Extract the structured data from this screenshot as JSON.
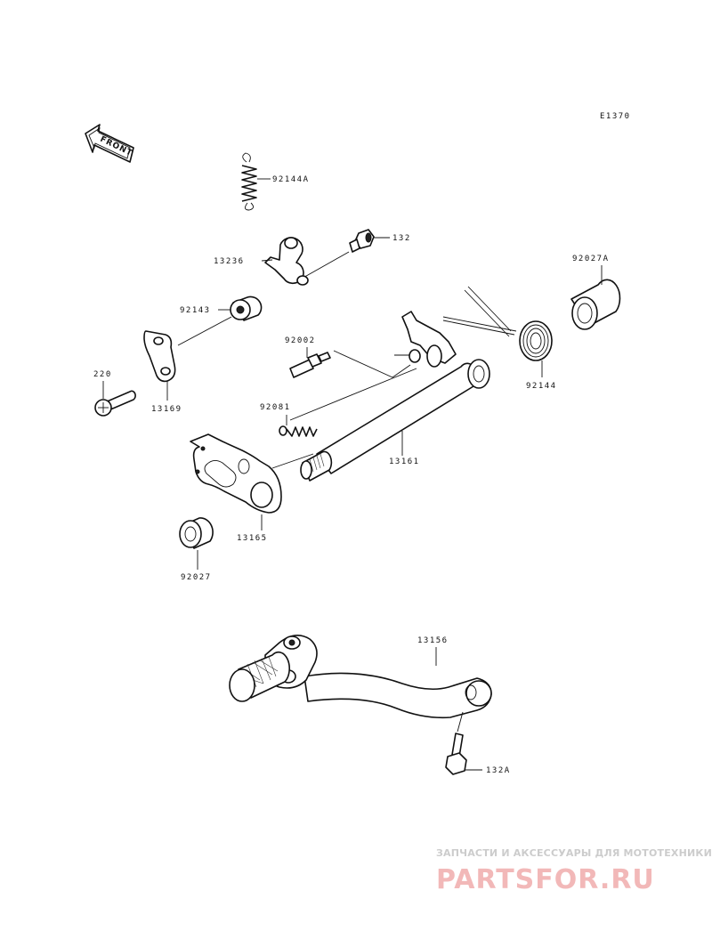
{
  "diagram": {
    "code": "E1370",
    "front_label": "FRONT",
    "labels": {
      "p92144a": "92144A",
      "p132": "132",
      "p13236": "13236",
      "p92027a": "92027A",
      "p92143": "92143",
      "p92002": "92002",
      "p220": "220",
      "p13169": "13169",
      "p92144": "92144",
      "p92081": "92081",
      "p13161": "13161",
      "p13165": "13165",
      "p92027": "92027",
      "p13156": "13156",
      "p132a": "132A"
    }
  },
  "watermark": {
    "line": "ЗАПЧАСТИ И АКСЕССУАРЫ ДЛЯ МОТОТЕХНИКИ",
    "brand": "PARTSFOR.RU"
  }
}
